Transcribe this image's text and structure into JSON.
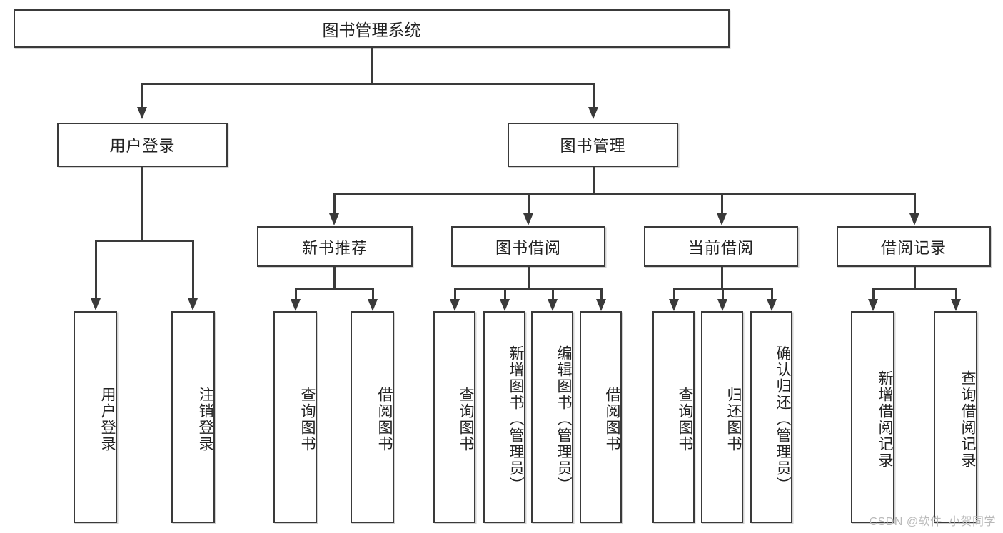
{
  "diagram": {
    "type": "tree-hierarchy",
    "title": "图书管理系统",
    "watermark": "CSDN @软件_小贺同学",
    "levels": {
      "root": {
        "label": "图书管理系统"
      },
      "level2": [
        {
          "id": "user-login",
          "label": "用户登录"
        },
        {
          "id": "book-manage",
          "label": "图书管理"
        }
      ],
      "level3": [
        {
          "id": "new-book-recommend",
          "label": "新书推荐",
          "parent": "book-manage"
        },
        {
          "id": "book-borrow",
          "label": "图书借阅",
          "parent": "book-manage"
        },
        {
          "id": "current-borrow",
          "label": "当前借阅",
          "parent": "book-manage"
        },
        {
          "id": "borrow-record",
          "label": "借阅记录",
          "parent": "book-manage"
        }
      ],
      "leaves": {
        "user-login": [
          {
            "id": "leaf-user-login",
            "label": "用户登录"
          },
          {
            "id": "leaf-logout-login",
            "label": "注销登录"
          }
        ],
        "new-book-recommend": [
          {
            "id": "leaf-query-book-1",
            "label": "查询图书"
          },
          {
            "id": "leaf-borrow-book-1",
            "label": "借阅图书"
          }
        ],
        "book-borrow": [
          {
            "id": "leaf-query-book-2",
            "label": "查询图书"
          },
          {
            "id": "leaf-add-book",
            "label": "新增图书（管理员）"
          },
          {
            "id": "leaf-edit-book",
            "label": "编辑图书（管理员）"
          },
          {
            "id": "leaf-borrow-book-2",
            "label": "借阅图书"
          }
        ],
        "current-borrow": [
          {
            "id": "leaf-query-book-3",
            "label": "查询图书"
          },
          {
            "id": "leaf-return-book",
            "label": "归还图书"
          },
          {
            "id": "leaf-confirm-return",
            "label": "确认归还（管理员）"
          }
        ],
        "borrow-record": [
          {
            "id": "leaf-add-record",
            "label": "新增借阅记录"
          },
          {
            "id": "leaf-query-record",
            "label": "查询借阅记录"
          }
        ]
      }
    },
    "colors": {
      "stroke": "#3a3a3a",
      "fill": "#ffffff",
      "text": "#222222",
      "watermark": "#b9b9b9"
    }
  }
}
